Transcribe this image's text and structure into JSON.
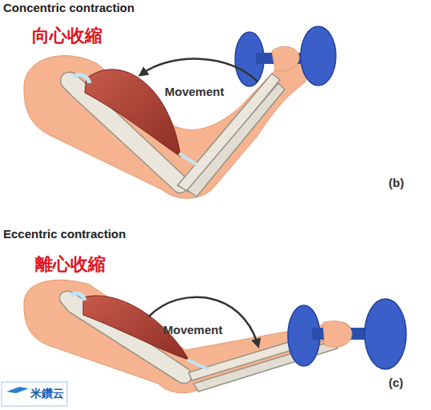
{
  "diagram": {
    "labels": [
      "Concentric contraction",
      "向心收縮",
      "Movement",
      "(b)",
      "Eccentric contraction",
      "離心收縮",
      "Movement",
      "(c)",
      "米鑽云"
    ]
  }
}
